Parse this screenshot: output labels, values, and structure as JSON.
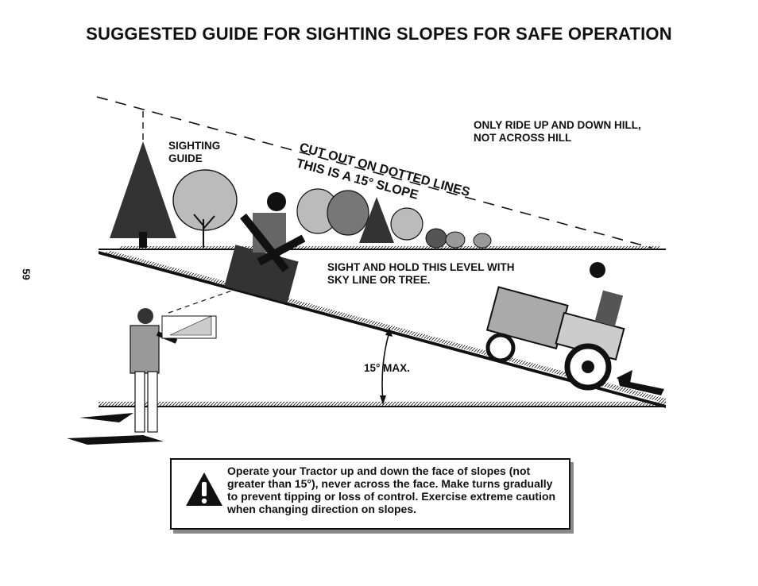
{
  "title": "SUGGESTED GUIDE FOR SIGHTING SLOPES FOR SAFE OPERATION",
  "page_number": "59",
  "labels": {
    "sighting_guide_line1": "SIGHTING",
    "sighting_guide_line2": "GUIDE",
    "cut_out": "CUT OUT ON DOTTED LINES",
    "slope": "THIS IS A 15° SLOPE",
    "ride_line1": "ONLY RIDE UP AND DOWN HILL,",
    "ride_line2": "NOT ACROSS HILL",
    "sight_line1": "SIGHT AND HOLD THIS LEVEL WITH",
    "sight_line2": "SKY LINE OR TREE.",
    "max_angle": "15° MAX."
  },
  "warning": {
    "text": "Operate your Tractor up and down the face of slopes (not greater than 15°), never across the face. Make turns gradually to prevent tipping or loss of control. Exercise extreme caution when changing direction on slopes.",
    "icon": "warning-triangle-icon"
  },
  "colors": {
    "ink": "#111111",
    "shade": "#8a8a8a"
  }
}
